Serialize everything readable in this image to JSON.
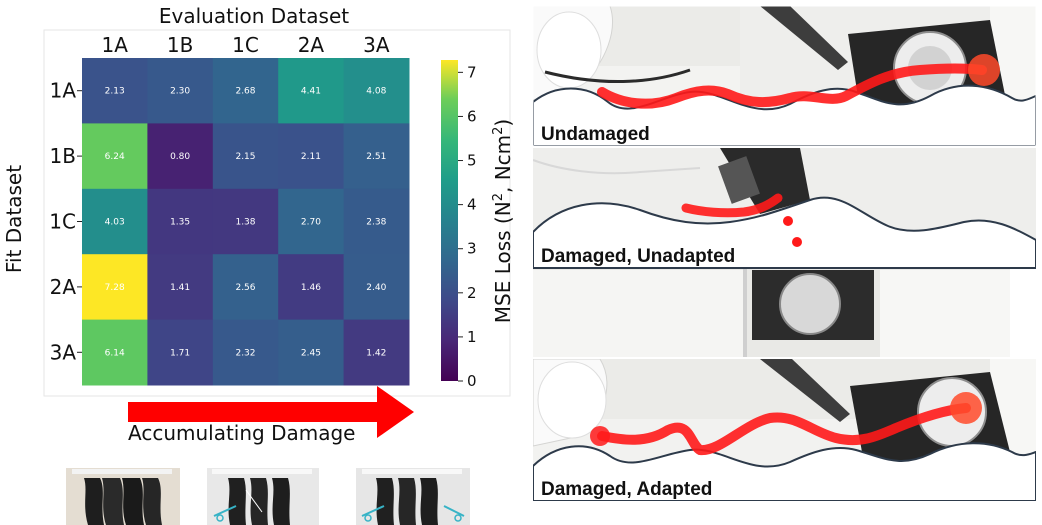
{
  "chart_data": {
    "type": "heatmap",
    "title": "Evaluation Dataset",
    "xlabel": "Evaluation Dataset",
    "ylabel": "Fit Dataset",
    "x_categories": [
      "1A",
      "1B",
      "1C",
      "2A",
      "3A"
    ],
    "y_categories": [
      "1A",
      "1B",
      "1C",
      "2A",
      "3A"
    ],
    "values": [
      [
        2.13,
        2.3,
        2.68,
        4.41,
        4.08
      ],
      [
        6.24,
        0.8,
        2.15,
        2.11,
        2.51
      ],
      [
        4.03,
        1.35,
        1.38,
        2.7,
        2.38
      ],
      [
        7.28,
        1.41,
        2.56,
        1.46,
        2.4
      ],
      [
        6.14,
        1.71,
        2.32,
        2.45,
        1.42
      ]
    ],
    "value_labels": [
      [
        "2.13",
        "2.30",
        "2.68",
        "4.41",
        "4.08"
      ],
      [
        "6.24",
        "0.80",
        "2.15",
        "2.11",
        "2.51"
      ],
      [
        "4.03",
        "1.35",
        "1.38",
        "2.70",
        "2.38"
      ],
      [
        "7.28",
        "1.41",
        "2.56",
        "1.46",
        "2.40"
      ],
      [
        "6.14",
        "1.71",
        "2.32",
        "2.45",
        "1.42"
      ]
    ],
    "colorbar": {
      "label_prefix": "MSE Loss (N",
      "label_sup1": "2",
      "label_mid": ", Ncm",
      "label_sup2": "2",
      "label_suffix": ")",
      "range": [
        0,
        7.28
      ],
      "ticks": [
        0,
        1,
        2,
        3,
        4,
        5,
        6,
        7
      ],
      "colormap": "viridis"
    },
    "arrow_label": "Accumulating Damage",
    "arrow_color": "#ff0000"
  },
  "photos": {
    "top_caption": "Undamaged",
    "middle_caption": "Damaged, Unadapted",
    "bottom_caption": "Damaged, Adapted",
    "trace_color": "#ff1a1a"
  }
}
